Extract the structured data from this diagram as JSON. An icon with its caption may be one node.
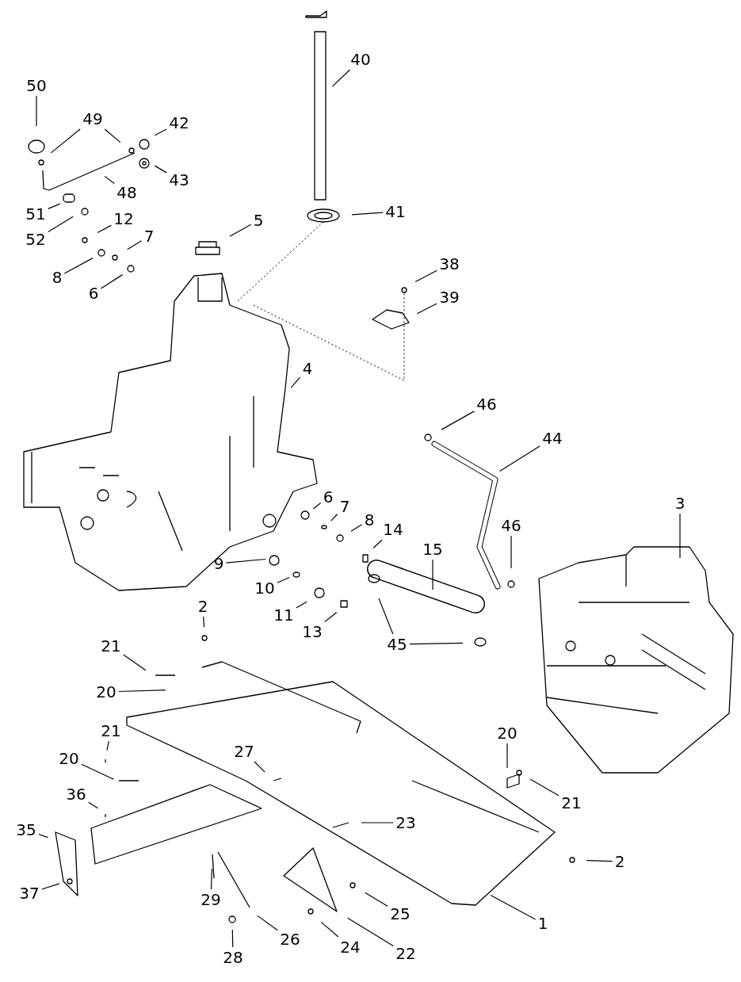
{
  "diagram": {
    "nodes": [
      {
        "text": [
          "40"
        ]
      },
      {
        "text": [
          "50"
        ]
      },
      {
        "text": [
          "49"
        ]
      },
      {
        "text": [
          "42"
        ]
      },
      {
        "text": [
          "43"
        ]
      },
      {
        "text": [
          "48"
        ]
      },
      {
        "text": [
          "51"
        ]
      },
      {
        "text": [
          "52"
        ]
      },
      {
        "text": [
          "12"
        ]
      },
      {
        "text": [
          "7"
        ]
      },
      {
        "text": [
          "5"
        ]
      },
      {
        "text": [
          "41"
        ]
      },
      {
        "text": [
          "8"
        ]
      },
      {
        "text": [
          "6"
        ]
      },
      {
        "text": [
          "38"
        ]
      },
      {
        "text": [
          "39"
        ]
      },
      {
        "text": [
          "4"
        ]
      },
      {
        "text": [
          "46"
        ]
      },
      {
        "text": [
          "44"
        ]
      },
      {
        "text": [
          "6"
        ]
      },
      {
        "text": [
          "7"
        ]
      },
      {
        "text": [
          "8"
        ]
      },
      {
        "text": [
          "14"
        ]
      },
      {
        "text": [
          "3"
        ]
      },
      {
        "text": [
          "15"
        ]
      },
      {
        "text": [
          "46"
        ]
      },
      {
        "text": [
          "9"
        ]
      },
      {
        "text": [
          "10"
        ]
      },
      {
        "text": [
          "11"
        ]
      },
      {
        "text": [
          "13"
        ]
      },
      {
        "text": [
          "45"
        ]
      },
      {
        "text": [
          "2"
        ]
      },
      {
        "text": [
          "21"
        ]
      },
      {
        "text": [
          "20"
        ]
      },
      {
        "text": [
          "21"
        ]
      },
      {
        "text": [
          "20"
        ]
      },
      {
        "text": [
          "27"
        ]
      },
      {
        "text": [
          "20"
        ]
      },
      {
        "text": [
          "36"
        ]
      },
      {
        "text": [
          "21"
        ]
      },
      {
        "text": [
          "35"
        ]
      },
      {
        "text": [
          "23"
        ]
      },
      {
        "text": [
          "2"
        ]
      },
      {
        "text": [
          "37"
        ]
      },
      {
        "text": [
          "29"
        ]
      },
      {
        "text": [
          "25"
        ]
      },
      {
        "text": [
          "1"
        ]
      },
      {
        "text": [
          "26"
        ]
      },
      {
        "text": [
          "24"
        ]
      },
      {
        "text": [
          "22"
        ]
      },
      {
        "text": [
          "28"
        ]
      }
    ],
    "edges": [
      {
        "from": 0,
        "to": null,
        "arrow": "none"
      },
      {
        "from": 1,
        "to": null,
        "arrow": "none"
      },
      {
        "from": 2,
        "to": null,
        "arrow": "none"
      },
      {
        "from": 2,
        "to": null,
        "arrow": "none"
      },
      {
        "from": 3,
        "to": null,
        "arrow": "none"
      },
      {
        "from": 4,
        "to": null,
        "arrow": "none"
      },
      {
        "from": 5,
        "to": null,
        "arrow": "none"
      },
      {
        "from": 6,
        "to": null,
        "arrow": "none"
      },
      {
        "from": 7,
        "to": null,
        "arrow": "none"
      },
      {
        "from": 8,
        "to": null,
        "arrow": "none"
      },
      {
        "from": 9,
        "to": null,
        "arrow": "none"
      },
      {
        "from": 10,
        "to": null,
        "arrow": "none"
      },
      {
        "from": 11,
        "to": null,
        "arrow": "none"
      },
      {
        "from": 12,
        "to": null,
        "arrow": "none"
      },
      {
        "from": 13,
        "to": null,
        "arrow": "none"
      },
      {
        "from": 14,
        "to": null,
        "arrow": "none"
      },
      {
        "from": 15,
        "to": null,
        "arrow": "none"
      },
      {
        "from": 16,
        "to": null,
        "arrow": "none"
      },
      {
        "from": 17,
        "to": null,
        "arrow": "none"
      },
      {
        "from": 18,
        "to": null,
        "arrow": "none"
      },
      {
        "from": 19,
        "to": null,
        "arrow": "none"
      },
      {
        "from": 20,
        "to": null,
        "arrow": "none"
      },
      {
        "from": 21,
        "to": null,
        "arrow": "none"
      },
      {
        "from": 22,
        "to": null,
        "arrow": "none"
      },
      {
        "from": 23,
        "to": null,
        "arrow": "none"
      },
      {
        "from": 24,
        "to": null,
        "arrow": "none"
      },
      {
        "from": 25,
        "to": null,
        "arrow": "none"
      },
      {
        "from": 26,
        "to": null,
        "arrow": "none"
      },
      {
        "from": 27,
        "to": null,
        "arrow": "none"
      },
      {
        "from": 28,
        "to": null,
        "arrow": "none"
      },
      {
        "from": 29,
        "to": null,
        "arrow": "none"
      },
      {
        "from": 30,
        "to": null,
        "arrow": "none"
      },
      {
        "from": 30,
        "to": null,
        "arrow": "none"
      },
      {
        "from": 31,
        "to": null,
        "arrow": "none"
      },
      {
        "from": 32,
        "to": null,
        "arrow": "none"
      },
      {
        "from": 33,
        "to": null,
        "arrow": "none"
      },
      {
        "from": 34,
        "to": null,
        "arrow": "none"
      },
      {
        "from": 35,
        "to": null,
        "arrow": "none"
      },
      {
        "from": 36,
        "to": null,
        "arrow": "none"
      },
      {
        "from": 37,
        "to": null,
        "arrow": "none"
      },
      {
        "from": 38,
        "to": null,
        "arrow": "none"
      },
      {
        "from": 39,
        "to": null,
        "arrow": "none"
      },
      {
        "from": 40,
        "to": null,
        "arrow": "none"
      },
      {
        "from": 41,
        "to": null,
        "arrow": "none"
      },
      {
        "from": 42,
        "to": null,
        "arrow": "none"
      },
      {
        "from": 43,
        "to": null,
        "arrow": "none"
      },
      {
        "from": 44,
        "to": null,
        "arrow": "none"
      },
      {
        "from": 45,
        "to": null,
        "arrow": "none"
      },
      {
        "from": 46,
        "to": null,
        "arrow": "none"
      },
      {
        "from": 47,
        "to": null,
        "arrow": "none"
      },
      {
        "from": 48,
        "to": null,
        "arrow": "none"
      },
      {
        "from": 49,
        "to": null,
        "arrow": "none"
      },
      {
        "from": 50,
        "to": null,
        "arrow": "none"
      }
    ]
  }
}
